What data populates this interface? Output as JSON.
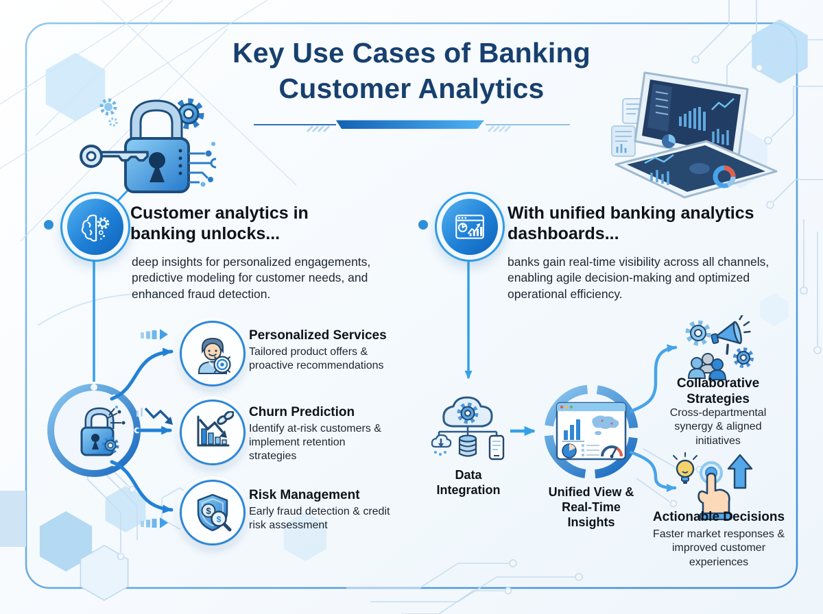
{
  "title": {
    "line1": "Key Use Cases of Banking",
    "line2": "Customer Analytics"
  },
  "left": {
    "heading": "Customer analytics in banking unlocks...",
    "body": "deep insights for personalized engagements, predictive modeling for customer needs, and enhanced fraud detection.",
    "items": [
      {
        "title": "Personalized Services",
        "desc": "Tailored product offers & proactive recommendations"
      },
      {
        "title": "Churn Prediction",
        "desc": "Identify at-risk customers & implement retention strategies"
      },
      {
        "title": "Risk Management",
        "desc": "Early fraud detection & credit risk assessment"
      }
    ]
  },
  "right": {
    "heading": "With unified banking analytics dashboards...",
    "body": "banks gain real-time visibility across all channels, enabling agile decision-making and optimized operational efficiency.",
    "flow_steps": [
      {
        "label": "Data Integration"
      },
      {
        "label": "Unified View & Real-Time Insights"
      }
    ],
    "outcomes": [
      {
        "title": "Collaborative Strategies",
        "desc": "Cross-departmental synergy & aligned initiatives"
      },
      {
        "title": "Actionable Decisions",
        "desc": "Faster market responses & improved customer experiences"
      }
    ]
  },
  "icons": {
    "dollar": "$"
  },
  "colors": {
    "navy": "#17406f",
    "accent": "#2196f3",
    "deep_blue": "#1565c0",
    "pale_blue": "#cde8fa"
  }
}
